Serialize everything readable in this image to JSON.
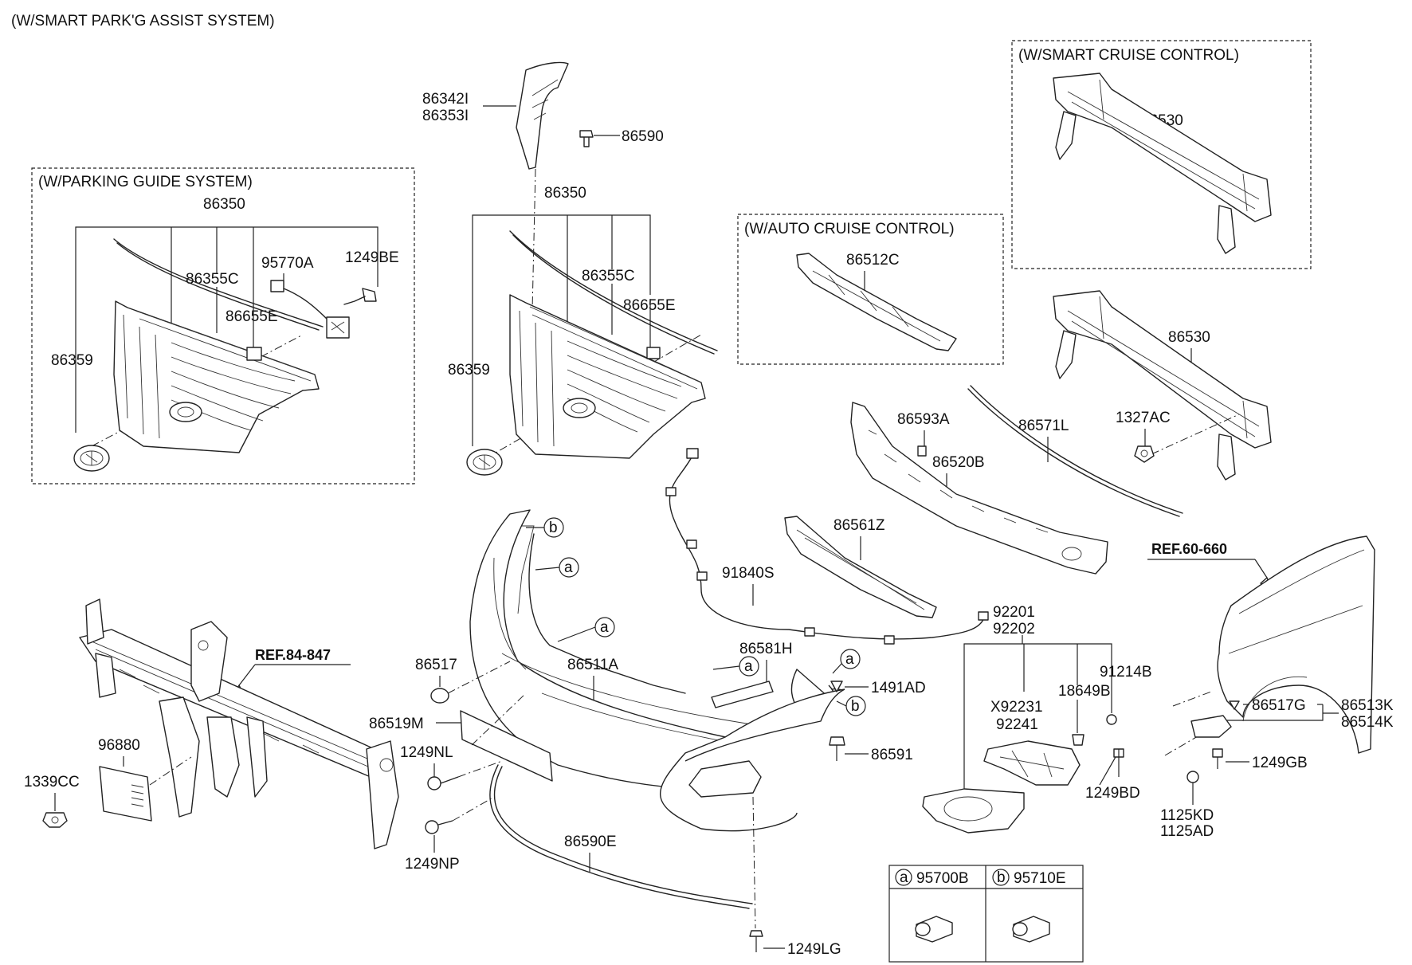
{
  "titles": {
    "smart_park_assist": "(W/SMART PARK'G ASSIST SYSTEM)",
    "parking_guide": "(W/PARKING GUIDE SYSTEM)",
    "smart_cruise": "(W/SMART CRUISE CONTROL)",
    "auto_cruise": "(W/AUTO CRUISE CONTROL)"
  },
  "refs": {
    "cowl": "REF.84-847",
    "fender": "REF.60-660"
  },
  "labels": {
    "pg_86350": "86350",
    "pg_86355c": "86355C",
    "pg_95770a": "95770A",
    "pg_1249be": "1249BE",
    "pg_86655e": "86655E",
    "pg_86359": "86359",
    "t_86342i": "86342I",
    "t_86353i": "86353I",
    "t_86590": "86590",
    "g_86350": "86350",
    "g_86355c": "86355C",
    "g_86655e": "86655E",
    "g_86359": "86359",
    "ac_86512c": "86512C",
    "sc_86530": "86530",
    "r_86530": "86530",
    "r_1327ac": "1327AC",
    "r_86571l": "86571L",
    "r_86593a": "86593A",
    "r_86520b": "86520B",
    "r_86561z": "86561Z",
    "w_91840s": "91840S",
    "b_86517": "86517",
    "b_86511a": "86511A",
    "b_86519m": "86519M",
    "b_1249nl": "1249NL",
    "b_1249np": "1249NP",
    "b_86590e": "86590E",
    "b_1249lg": "1249LG",
    "b_86581h": "86581H",
    "b_1491ad": "1491AD",
    "b_86591": "86591",
    "c_96880": "96880",
    "c_1339cc": "1339CC",
    "f_92201": "92201",
    "f_92202": "92202",
    "f_91214b": "91214B",
    "f_18649b": "18649B",
    "f_x92231": "X92231",
    "f_92241": "92241",
    "f_1249bd": "1249BD",
    "fe_86517g": "86517G",
    "fe_86513k": "86513K",
    "fe_86514k": "86514K",
    "fe_1249gb": "1249GB",
    "fe_1125kd": "1125KD",
    "fe_1125ad": "1125AD"
  },
  "markers": {
    "a": "a",
    "b": "b"
  },
  "legend": {
    "a_marker": "a",
    "a_part": "95700B",
    "b_marker": "b",
    "b_part": "95710E"
  }
}
